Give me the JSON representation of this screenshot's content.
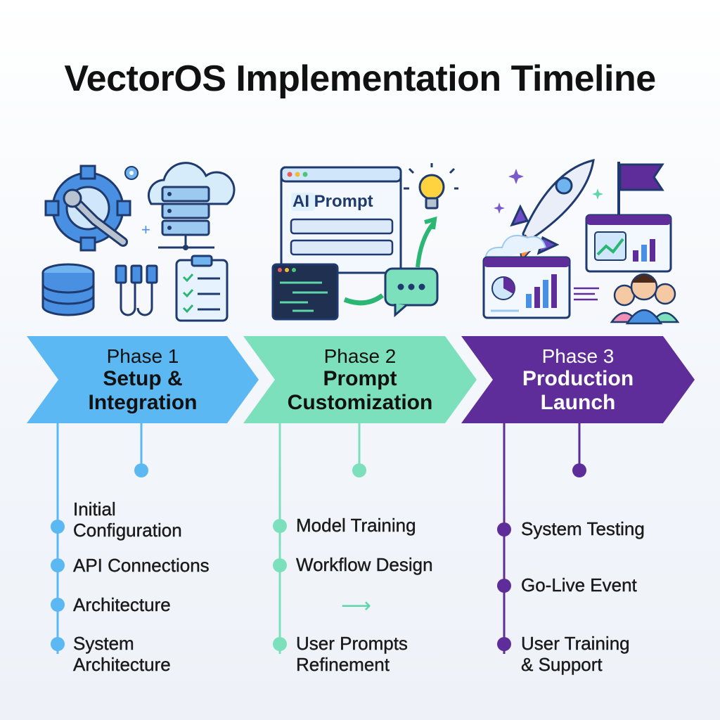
{
  "title": "VectorOS Implementation Timeline",
  "colors": {
    "phase1": "#5bb8f2",
    "phase2": "#7de0bd",
    "phase3": "#5e2d9a",
    "text_dark": "#1a1a1a",
    "text_light": "#ffffff"
  },
  "phases": [
    {
      "number_label": "Phase 1",
      "name_line1": "Setup &",
      "name_line2": "Integration",
      "icons": [
        "gear-wrench-icon",
        "cloud-server-icon",
        "database-icon",
        "usb-cable-icon",
        "checklist-clipboard-icon"
      ],
      "items": [
        "Initial Configuration",
        "API Connections",
        "Architecture",
        "System Architecture"
      ],
      "item_lines": [
        [
          "Initial",
          "Configuration"
        ],
        [
          "API Connections"
        ],
        [
          "Architecture"
        ],
        [
          "System",
          "Architecture"
        ]
      ]
    },
    {
      "number_label": "Phase 2",
      "name_line1": "Prompt",
      "name_line2": "Customization",
      "icons": [
        "ai-prompt-window-icon",
        "lightbulb-icon",
        "code-editor-icon",
        "chat-bubble-icon"
      ],
      "ui_window_label": "AI Prompt",
      "items": [
        "Model Training",
        "Workflow Design",
        "User Prompts Refinement"
      ],
      "item_lines": [
        [
          "Model Training"
        ],
        [
          "Workflow Design"
        ],
        [
          "User Prompts",
          "Refinement"
        ]
      ]
    },
    {
      "number_label": "Phase 3",
      "name_line1": "Production",
      "name_line2": "Launch",
      "icons": [
        "rocket-icon",
        "flag-icon",
        "dashboard-chart-icon",
        "analytics-chart-icon",
        "team-people-icon"
      ],
      "items": [
        "System Testing",
        "Go-Live Event",
        "User Training & Support"
      ],
      "item_lines": [
        [
          "System Testing"
        ],
        [
          "Go-Live Event"
        ],
        [
          "User Training",
          "& Support"
        ]
      ]
    }
  ]
}
